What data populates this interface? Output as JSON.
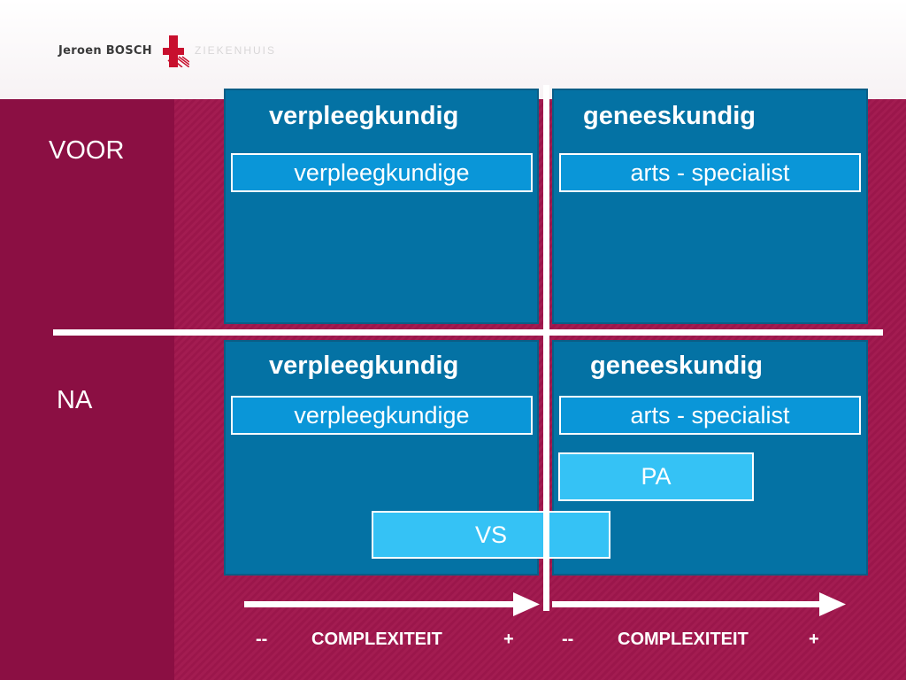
{
  "logo": {
    "name": "Jeroen BOSCH",
    "suffix": "ZIEKENHUIS"
  },
  "rows": {
    "before": "VOOR",
    "after": "NA"
  },
  "before": {
    "left_title": "verpleegkundig",
    "right_title": "geneeskundig",
    "left_box": "verpleegkundige",
    "right_box": "arts - specialist"
  },
  "after": {
    "left_title": "verpleegkundig",
    "right_title": "geneeskundig",
    "left_box": "verpleegkundige",
    "right_box": "arts - specialist",
    "pa_box": "PA",
    "vs_box": "VS"
  },
  "axis": {
    "left": {
      "minus": "--",
      "label": "COMPLEXITEIT",
      "plus": "+"
    },
    "right": {
      "minus": "--",
      "label": "COMPLEXITEIT",
      "plus": "+"
    }
  },
  "colors": {
    "burgundy": "#8b0f43",
    "panel_blue": "#0472a4",
    "box_blue": "#0a96d8",
    "box_light": "#35c2f5"
  }
}
